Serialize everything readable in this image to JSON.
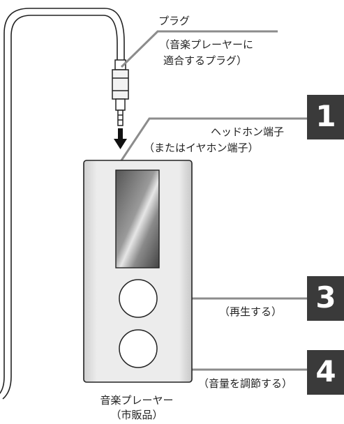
{
  "labels": {
    "plug_title": "プラグ",
    "plug_desc_line1": "（音楽プレーヤーに",
    "plug_desc_line2": "適合するプラグ）",
    "headphone_jack": "ヘッドホン端子",
    "earphone_jack": "（またはイヤホン端子）",
    "play": "（再生する）",
    "volume": "（音量を調節する）",
    "player_line1": "音楽プレーヤー",
    "player_line2": "（市販品）"
  },
  "steps": {
    "step1": "1",
    "step3": "3",
    "step4": "4"
  },
  "colors": {
    "step_badge": "#3a3a3a",
    "leader_line": "#8c8c8c",
    "player_body": "#e4e4e4",
    "outline": "#222222"
  }
}
